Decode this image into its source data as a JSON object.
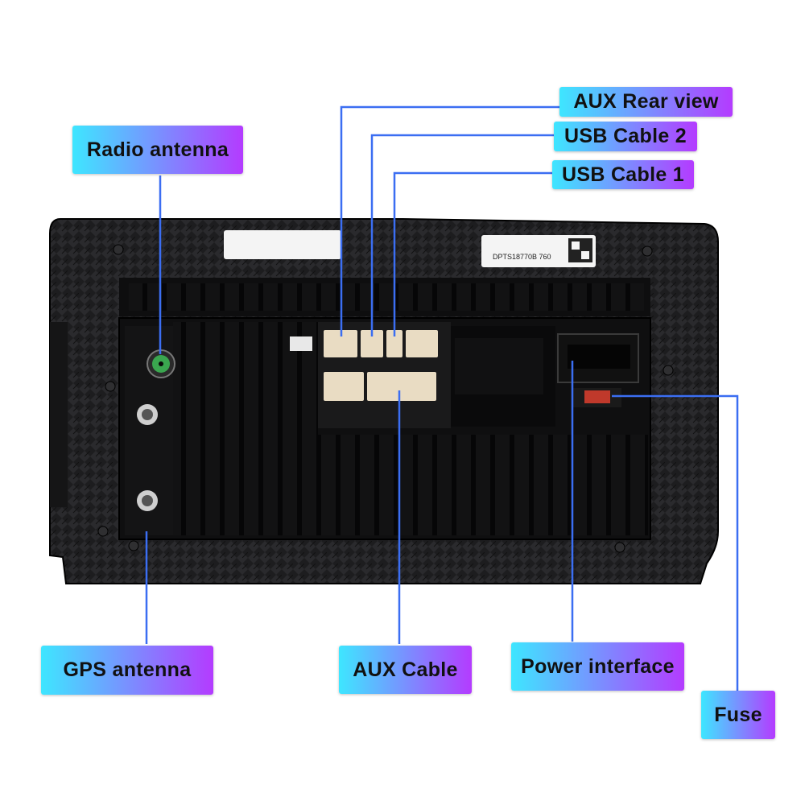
{
  "colors": {
    "label_gradient_start": "#3ee6ff",
    "label_gradient_end": "#b43bff",
    "leader_line": "#3b6ef2",
    "unit_body": "#1c1c1e",
    "unit_dark": "#0b0b0c",
    "connector": "#e9dcc3",
    "antenna_green": "#3aa64f",
    "fuse_red": "#c0392b",
    "sticker": "#f4f4f4"
  },
  "callouts": {
    "radio_antenna": "Radio antenna",
    "aux_rear_view": "AUX Rear view",
    "usb_cable_2": "USB Cable 2",
    "usb_cable_1": "USB Cable 1",
    "gps_antenna": "GPS antenna",
    "aux_cable": "AUX Cable",
    "power_interface": "Power interface",
    "fuse": "Fuse"
  },
  "device": {
    "sticker_serial": "DPTS18770B  760"
  }
}
